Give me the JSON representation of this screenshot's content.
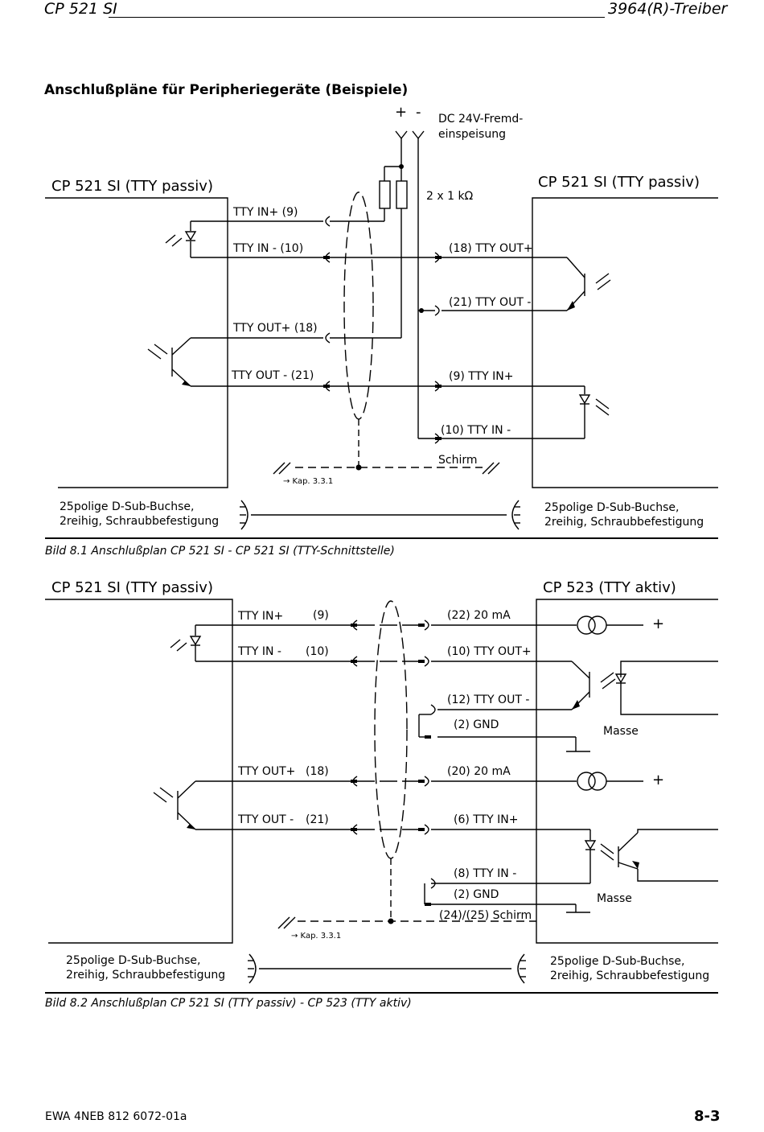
{
  "header": {
    "left": "CP 521 SI",
    "right": "3964(R)-Treiber"
  },
  "section_title": "Anschlußpläne für Peripheriegeräte (Beispiele)",
  "fig1": {
    "supply_plus": "+",
    "supply_minus": "-",
    "supply_label_1": "DC 24V-Fremd-",
    "supply_label_2": "einspeisung",
    "resistors": "2 x 1 kΩ",
    "left_device": "CP 521 SI (TTY passiv)",
    "right_device": "CP 521 SI (TTY passiv)",
    "left_pins": [
      "TTY IN+ (9)",
      "TTY IN - (10)",
      "TTY OUT+ (18)",
      "TTY OUT - (21)"
    ],
    "right_pins": [
      "(18) TTY OUT+",
      "(21) TTY OUT -",
      "(9) TTY IN+",
      "(10) TTY IN -"
    ],
    "shield": "Schirm",
    "ref": "→ Kap. 3.3.1",
    "connector_left_1": "25polige D-Sub-Buchse,",
    "connector_left_2": "2reihig, Schraubbefestigung",
    "connector_right_1": "25polige D-Sub-Buchse,",
    "connector_right_2": "2reihig, Schraubbefestigung",
    "caption": "Bild 8.1  Anschlußplan CP 521 SI - CP 521 SI (TTY-Schnittstelle)"
  },
  "fig2": {
    "left_device": "CP 521 SI (TTY passiv)",
    "right_device": "CP 523 (TTY aktiv)",
    "left_pins": [
      {
        "name": "TTY IN+",
        "num": "(9)"
      },
      {
        "name": "TTY IN -",
        "num": "(10)"
      },
      {
        "name": "TTY OUT+",
        "num": "(18)"
      },
      {
        "name": "TTY OUT -",
        "num": "(21)"
      }
    ],
    "right_pins": [
      "(22) 20 mA",
      "(10) TTY OUT+",
      "(12) TTY OUT -",
      "(2) GND",
      "(20) 20 mA",
      "(6) TTY IN+",
      "(8) TTY IN -",
      "(2) GND",
      "(24)/(25) Schirm"
    ],
    "plus": "+",
    "ground_1": "Masse",
    "ground_2": "Masse",
    "ref": "→ Kap. 3.3.1",
    "connector_left_1": "25polige D-Sub-Buchse,",
    "connector_left_2": "2reihig, Schraubbefestigung",
    "connector_right_1": "25polige D-Sub-Buchse,",
    "connector_right_2": "2reihig, Schraubbefestigung",
    "caption": "Bild 8.2  Anschlußplan CP 521 SI  (TTY passiv) - CP 523 (TTY aktiv)"
  },
  "footer": {
    "left": "EWA 4NEB 812 6072-01a",
    "right": "8-3"
  }
}
